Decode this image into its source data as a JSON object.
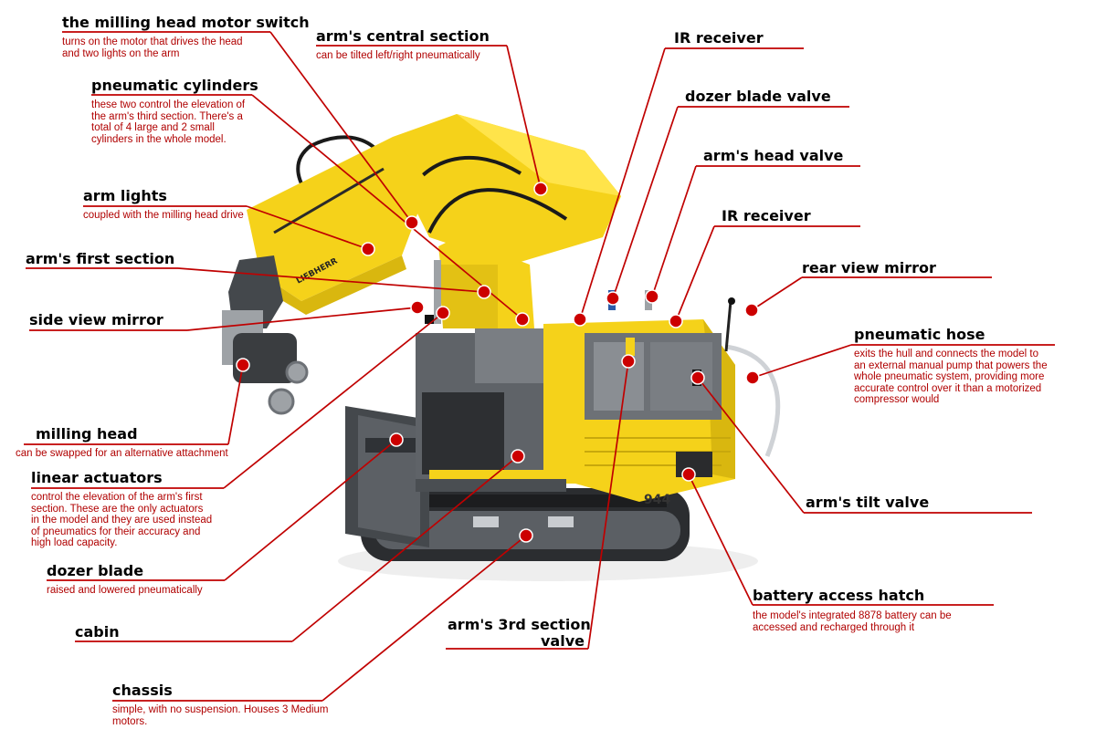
{
  "colors": {
    "leader": "#c00000",
    "description_text": "#b00000",
    "label_text": "#000000",
    "model_yellow": "#f5d21a",
    "model_dark_grey": "#555a5f",
    "model_light_grey": "#a9adb1"
  },
  "callouts": [
    {
      "label": "the milling head motor switch",
      "description": "turns on the motor that drives the head\nand two lights on the arm"
    },
    {
      "label": "arm's central section",
      "description": "can be tilted left/right pneumatically"
    },
    {
      "label": "IR receiver",
      "description": ""
    },
    {
      "label": "pneumatic cylinders",
      "description": "these two control the elevation of\nthe arm's third section. There's a\ntotal of 4 large and 2 small\ncylinders in the whole model."
    },
    {
      "label": "dozer blade valve",
      "description": ""
    },
    {
      "label": "arm's head valve",
      "description": ""
    },
    {
      "label": "arm lights",
      "description": "coupled with the milling head drive"
    },
    {
      "label": "IR receiver",
      "description": ""
    },
    {
      "label": "arm's first section",
      "description": ""
    },
    {
      "label": "rear view mirror",
      "description": ""
    },
    {
      "label": "side view mirror",
      "description": ""
    },
    {
      "label": "pneumatic hose",
      "description": "exits the hull and connects the model to\nan external manual pump that powers the\nwhole pneumatic system, providing more\naccurate control over it than a motorized\ncompressor would"
    },
    {
      "label": "milling head",
      "description": "can be swapped for an alternative attachment"
    },
    {
      "label": "linear actuators",
      "description": "control the elevation of the arm's first\nsection. These are the only actuators\nin the model and they are used instead\nof pneumatics for their accuracy and\nhigh load capacity."
    },
    {
      "label": "arm's tilt valve",
      "description": ""
    },
    {
      "label": "dozer blade",
      "description": "raised and lowered pneumatically"
    },
    {
      "label": "battery access hatch",
      "description": "the model's integrated 8878 battery can be\naccessed and recharged through it"
    },
    {
      "label": "arm's 3rd section\nvalve",
      "description": ""
    },
    {
      "label": "cabin",
      "description": ""
    },
    {
      "label": "chassis",
      "description": "simple, with no suspension. Houses 3 Medium\nmotors."
    }
  ],
  "model_markings": {
    "brand": "LIEBHERR",
    "model_number": "944"
  }
}
